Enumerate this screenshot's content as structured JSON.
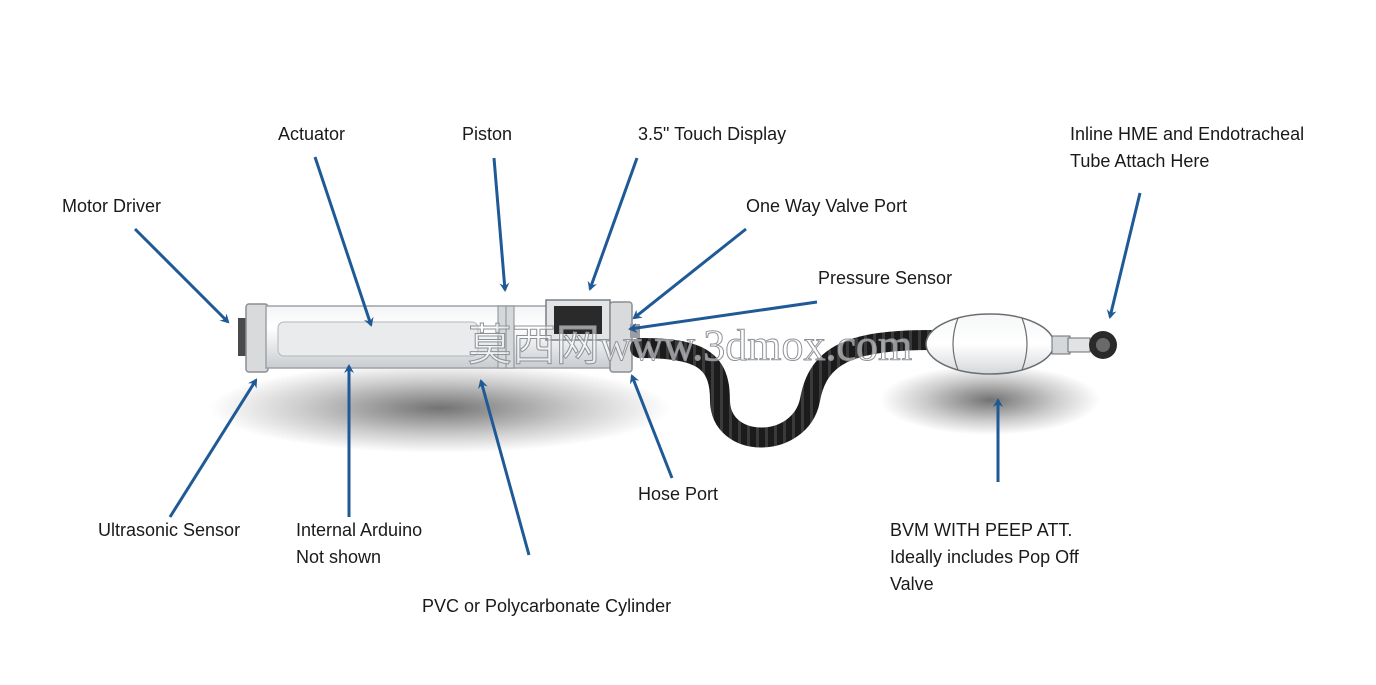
{
  "labels": {
    "motor_driver": "Motor Driver",
    "actuator": "Actuator",
    "piston": "Piston",
    "touch_display": "3.5\" Touch Display",
    "one_way_valve_port": "One Way Valve Port",
    "pressure_sensor": "Pressure Sensor",
    "inline_hme_line1": "Inline HME and Endotracheal",
    "inline_hme_line2": "Tube Attach Here",
    "ultrasonic_sensor": "Ultrasonic Sensor",
    "internal_arduino_line1": "Internal Arduino",
    "internal_arduino_line2": "Not shown",
    "hose_port": "Hose Port",
    "bvm_line1": "BVM WITH PEEP ATT.",
    "bvm_line2": "Ideally includes Pop Off",
    "bvm_line3": "Valve",
    "pvc_cylinder": "PVC or Polycarbonate Cylinder"
  },
  "watermark": "莫西网www.3dmox.com",
  "colors": {
    "arrow": "#1f5a96",
    "text": "#1a1a1a",
    "hose": "#1b1b1b",
    "metal": "#bfc3c6"
  },
  "icons": [
    "arrow-icon"
  ]
}
